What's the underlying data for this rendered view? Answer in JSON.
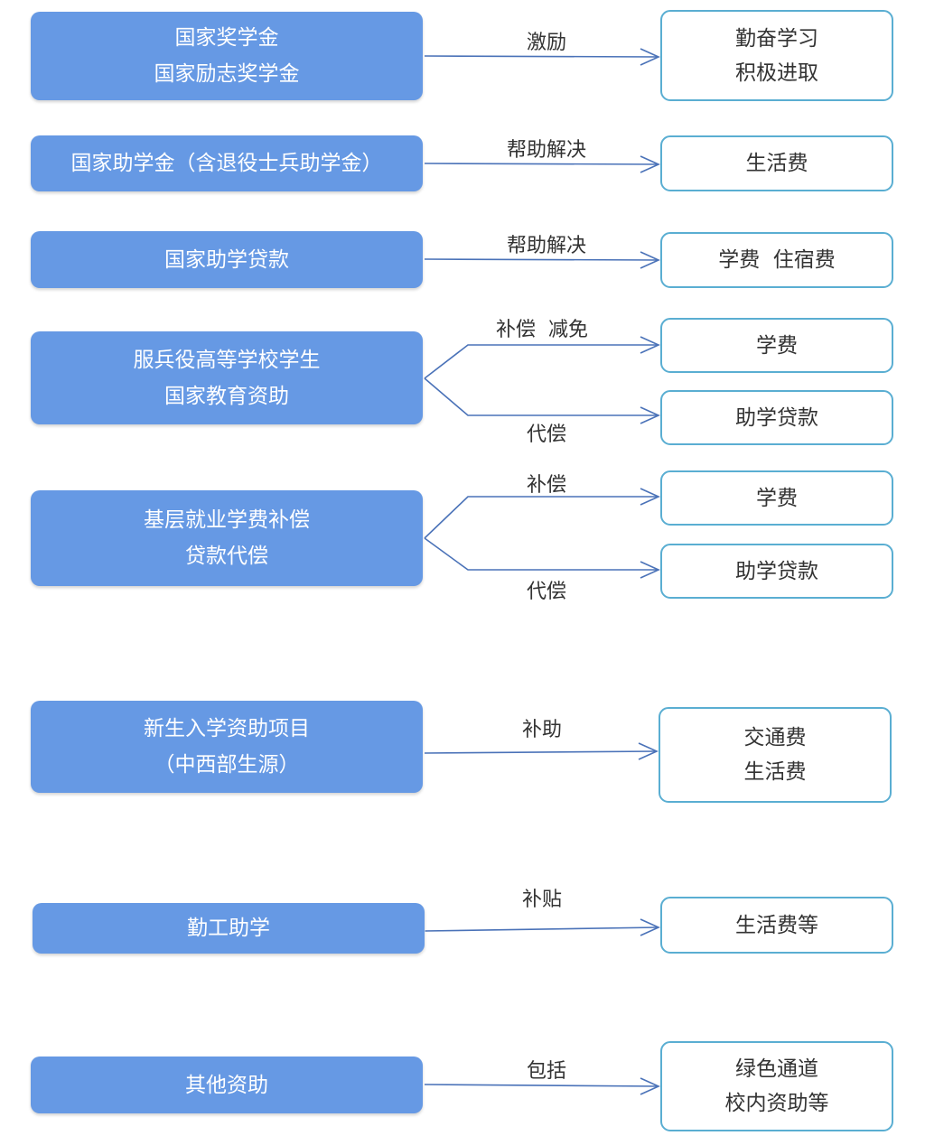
{
  "colors": {
    "source_fill": "#6699e4",
    "target_border": "#5aaed2",
    "arrow": "#4a72b8"
  },
  "rows": [
    {
      "source": [
        "国家奖学金",
        "国家励志奖学金"
      ],
      "branches": [
        {
          "label": "激励",
          "target": [
            "勤奋学习",
            "积极进取"
          ]
        }
      ]
    },
    {
      "source": [
        "国家助学金（含退役士兵助学金）"
      ],
      "branches": [
        {
          "label": "帮助解决",
          "target": [
            "生活费"
          ]
        }
      ]
    },
    {
      "source": [
        "国家助学贷款"
      ],
      "branches": [
        {
          "label": "帮助解决",
          "target": [
            "学费  住宿费"
          ]
        }
      ]
    },
    {
      "source": [
        "服兵役高等学校学生",
        "国家教育资助"
      ],
      "branches": [
        {
          "label": "补偿  减免",
          "target": [
            "学费"
          ]
        },
        {
          "label": "代偿",
          "target": [
            "助学贷款"
          ]
        }
      ]
    },
    {
      "source": [
        "基层就业学费补偿",
        "贷款代偿"
      ],
      "branches": [
        {
          "label": "补偿",
          "target": [
            "学费"
          ]
        },
        {
          "label": "代偿",
          "target": [
            "助学贷款"
          ]
        }
      ]
    },
    {
      "source": [
        "新生入学资助项目",
        "（中西部生源）"
      ],
      "branches": [
        {
          "label": "补助",
          "target": [
            "交通费",
            "生活费"
          ]
        }
      ]
    },
    {
      "source": [
        "勤工助学"
      ],
      "branches": [
        {
          "label": "补贴",
          "target": [
            "生活费等"
          ]
        }
      ]
    },
    {
      "source": [
        "其他资助"
      ],
      "branches": [
        {
          "label": "包括",
          "target": [
            "绿色通道",
            "校内资助等"
          ]
        }
      ]
    }
  ]
}
